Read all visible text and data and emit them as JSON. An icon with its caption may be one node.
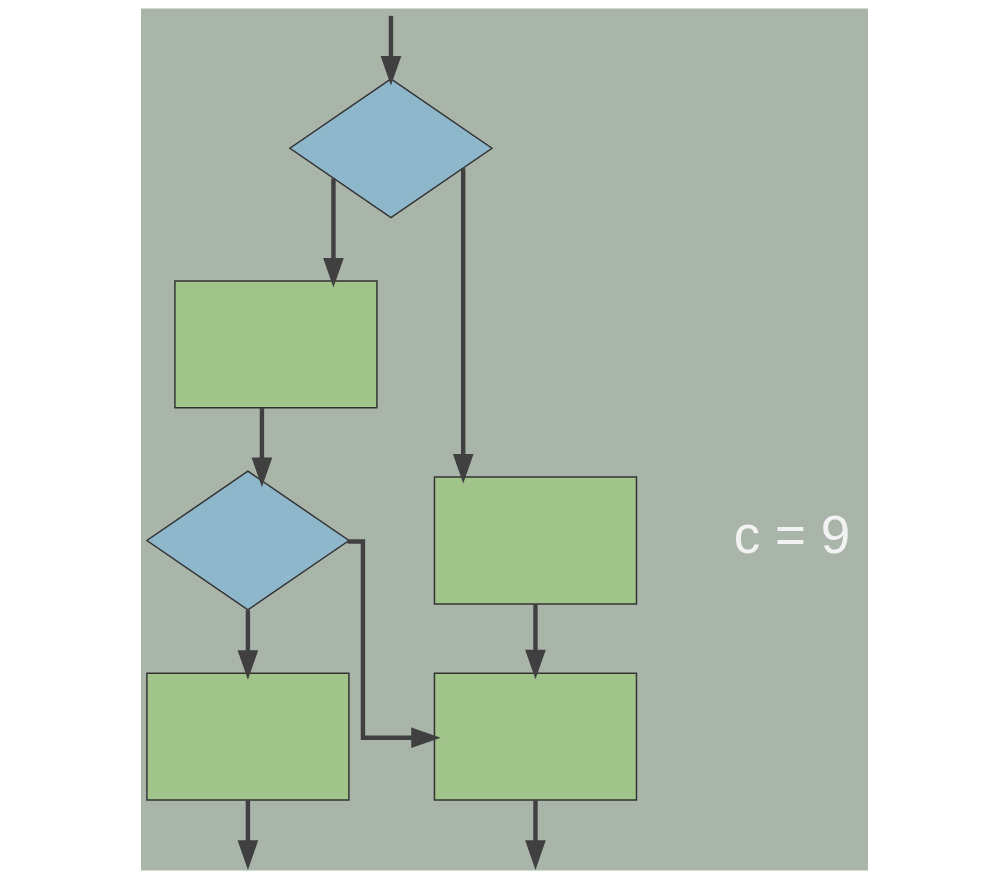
{
  "diagram": {
    "nodes": [
      {
        "text": [],
        "shape": "diamond"
      },
      {
        "text": [],
        "shape": "box"
      },
      {
        "text": [],
        "shape": "box"
      },
      {
        "text": [],
        "shape": "diamond"
      },
      {
        "text": [],
        "shape": "box"
      },
      {
        "text": [],
        "shape": "box"
      }
    ],
    "edges": [
      {
        "from": null,
        "to": 0,
        "arrow": "to"
      },
      {
        "from": 0,
        "to": 1,
        "arrow": "to"
      },
      {
        "from": 0,
        "to": 2,
        "arrow": "to"
      },
      {
        "from": 1,
        "to": 3,
        "arrow": "to"
      },
      {
        "from": 3,
        "to": 4,
        "arrow": "to"
      },
      {
        "from": 3,
        "to": 5,
        "arrow": "to"
      },
      {
        "from": 2,
        "to": 4,
        "arrow": "to"
      },
      {
        "from": 4,
        "to": null,
        "arrow": "to"
      },
      {
        "from": 5,
        "to": null,
        "arrow": "to"
      }
    ],
    "labels": [
      "c = 9"
    ]
  }
}
